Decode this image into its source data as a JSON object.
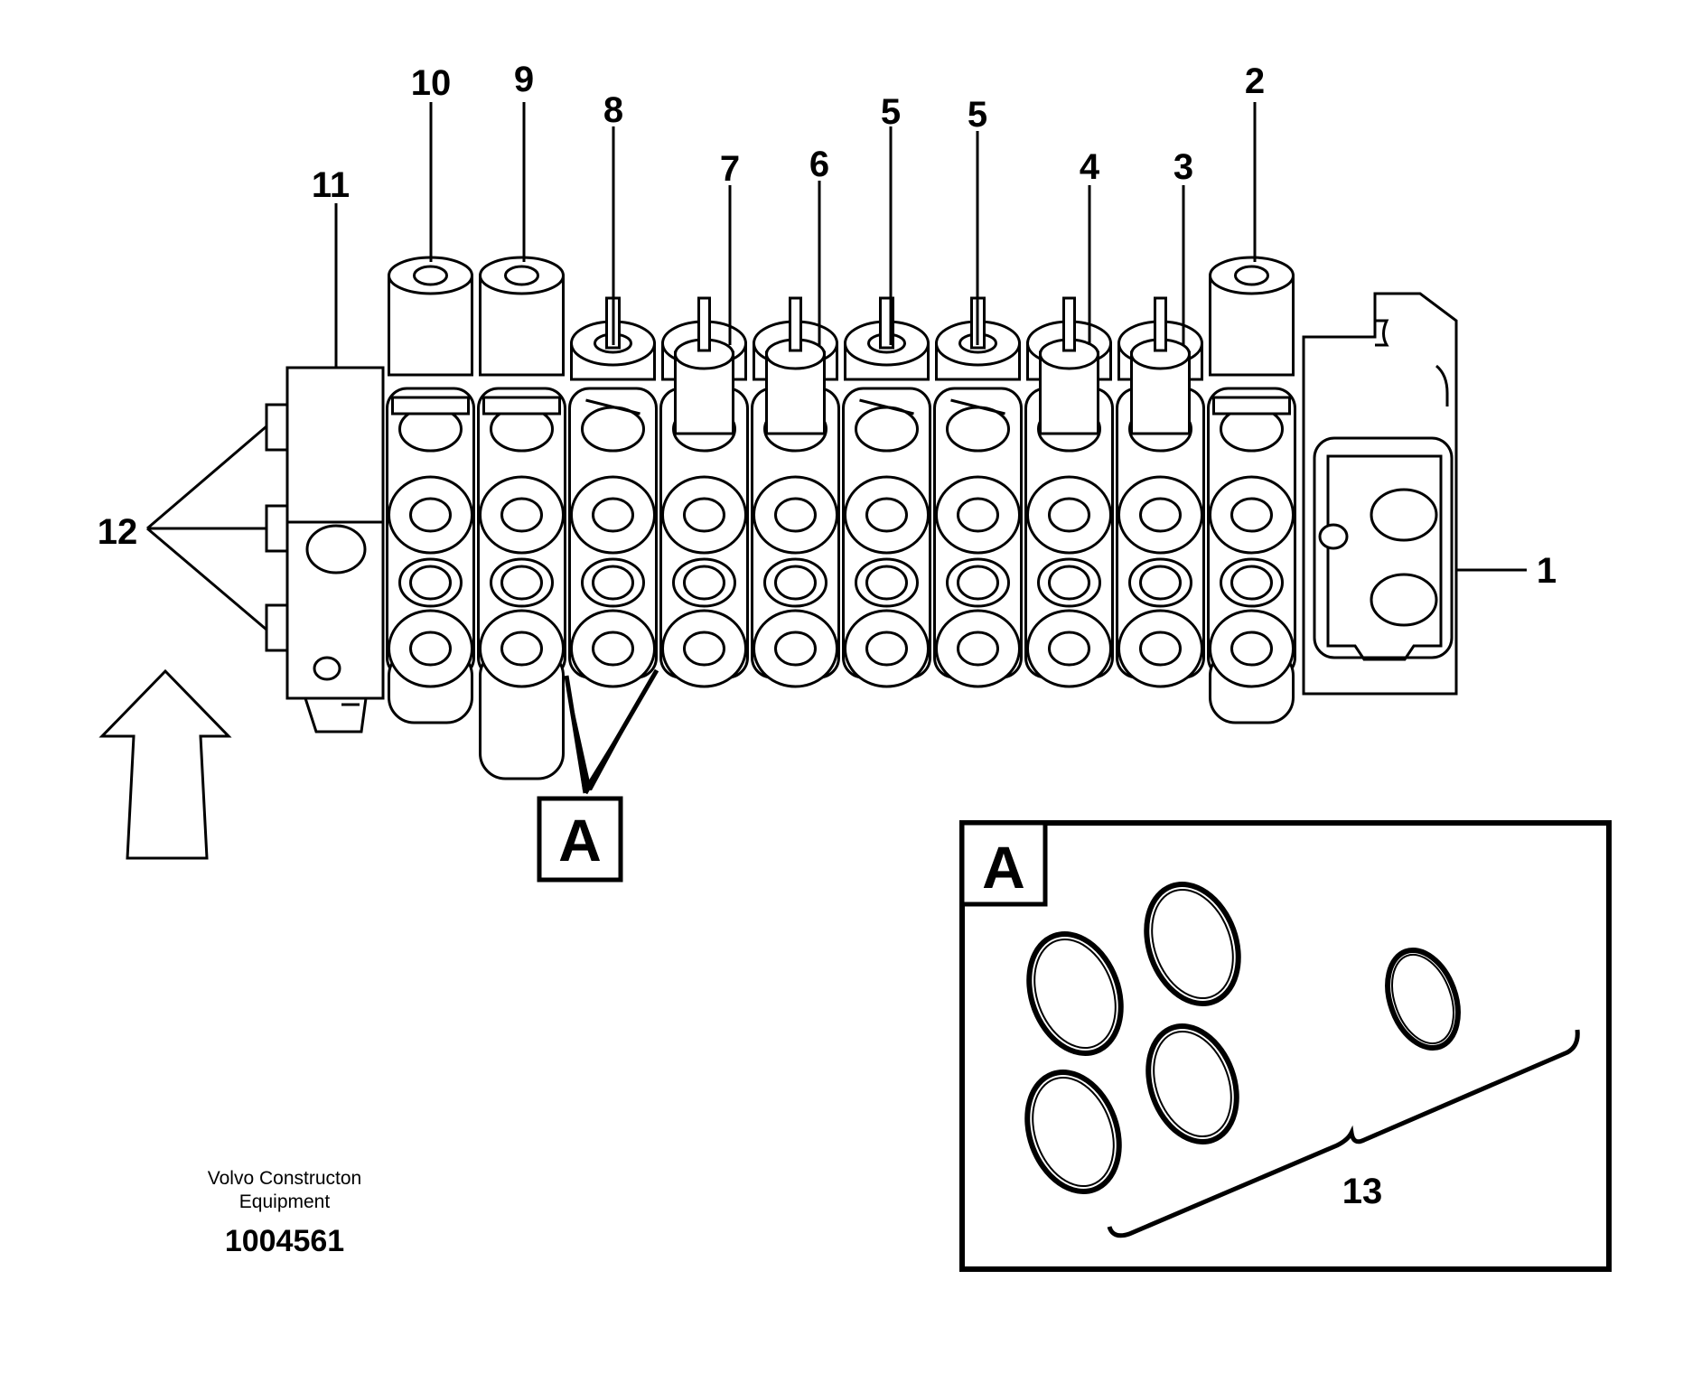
{
  "callouts": {
    "c1": "1",
    "c2": "2",
    "c3": "3",
    "c4": "4",
    "c5a": "5",
    "c5b": "5",
    "c6": "6",
    "c7": "7",
    "c8": "8",
    "c9": "9",
    "c10": "10",
    "c11": "11",
    "c12": "12",
    "c13": "13"
  },
  "detail_ref_label": "A",
  "detail_box_label": "A",
  "caption": {
    "line1": "Volvo Constructon",
    "line2": "Equipment",
    "doc_number": "1004561"
  }
}
